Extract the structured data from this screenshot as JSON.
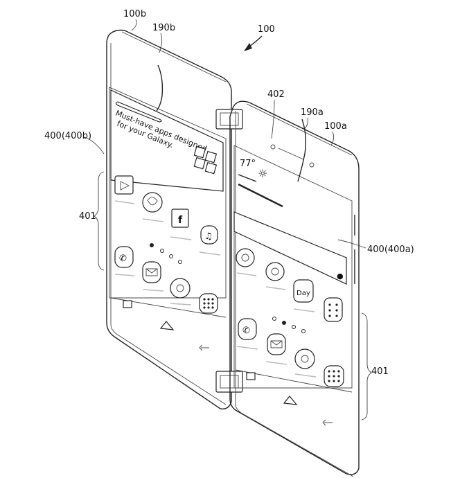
{
  "labels": {
    "device": "100",
    "device_b": "100b",
    "device_a": "100a",
    "hinge_b": "190b",
    "hinge_a": "190a",
    "camera": "402",
    "screen_b": "400(400b)",
    "screen_a": "400(400a)",
    "icons_left": "401",
    "icons_right": "401"
  },
  "screen_b": {
    "banner_line1": "Must-have apps designed",
    "banner_line2": "for your Galaxy.",
    "icons": [
      "play-store-icon",
      "photo-icon",
      "facebook-icon",
      "music-icon",
      "phone-icon",
      "mail-icon",
      "chrome-icon",
      "apps-grid-icon"
    ]
  },
  "screen_a": {
    "weather": "77°",
    "icons": [
      "compass-icon",
      "camera-icon",
      "calendar-icon",
      "apps-icon",
      "phone-icon",
      "mail-icon",
      "chrome-icon",
      "apps-grid-icon"
    ],
    "calendar_text": "Day"
  }
}
